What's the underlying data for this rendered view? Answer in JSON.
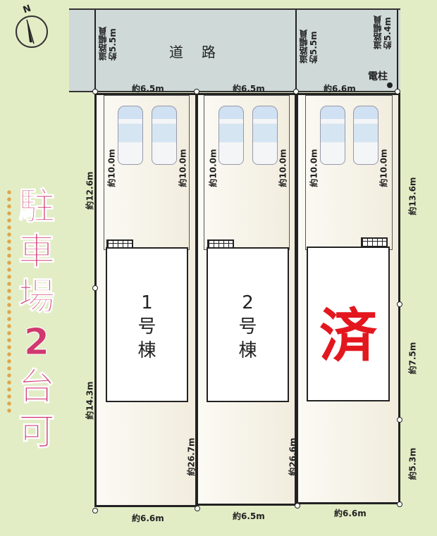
{
  "compass": {
    "label": "N",
    "icon": "north-compass-icon"
  },
  "road": {
    "label": "道路",
    "widths": [
      {
        "caption": "道路幅員",
        "value": "約5.5m"
      },
      {
        "caption": "道路幅員",
        "value": "約5.5m"
      },
      {
        "caption": "道路幅員",
        "value": "約5.4m"
      }
    ],
    "utility_pole": "電柱"
  },
  "banner": {
    "text": [
      "駐",
      "車",
      "場",
      "2",
      "台",
      "可"
    ],
    "color": "#d0386f"
  },
  "lots": [
    {
      "id": "lot-1",
      "house_label": [
        "1",
        "号",
        "棟"
      ],
      "status": "",
      "frontage_top": "約6.5m",
      "frontage_bottom": "約6.6m",
      "parking_depth_left": "約10.0m",
      "parking_depth_right": "約10.0m",
      "side_upper": "約12.6m",
      "side_lower": "約14.3m",
      "depth_total": "約26.7m",
      "parking_spaces": 2
    },
    {
      "id": "lot-2",
      "house_label": [
        "2",
        "号",
        "棟"
      ],
      "status": "",
      "frontage_top": "約6.5m",
      "frontage_bottom": "約6.5m",
      "parking_depth_left": "約10.0m",
      "parking_depth_right": "約10.0m",
      "depth_total": "約26.6m",
      "parking_spaces": 2
    },
    {
      "id": "lot-3",
      "house_label": [],
      "status": "済",
      "status_color": "#e3171e",
      "frontage_top": "約6.6m",
      "frontage_bottom": "約6.6m",
      "parking_depth_left": "約10.0m",
      "parking_depth_right": "約10.0m",
      "side_upper": "約13.6m",
      "side_middle": "約7.5m",
      "side_lower": "約5.3m",
      "parking_spaces": 2
    }
  ],
  "colors": {
    "background": "#e2edc6",
    "road": "#cfd9d8",
    "sold": "#e3171e",
    "banner": "#d0386f"
  }
}
